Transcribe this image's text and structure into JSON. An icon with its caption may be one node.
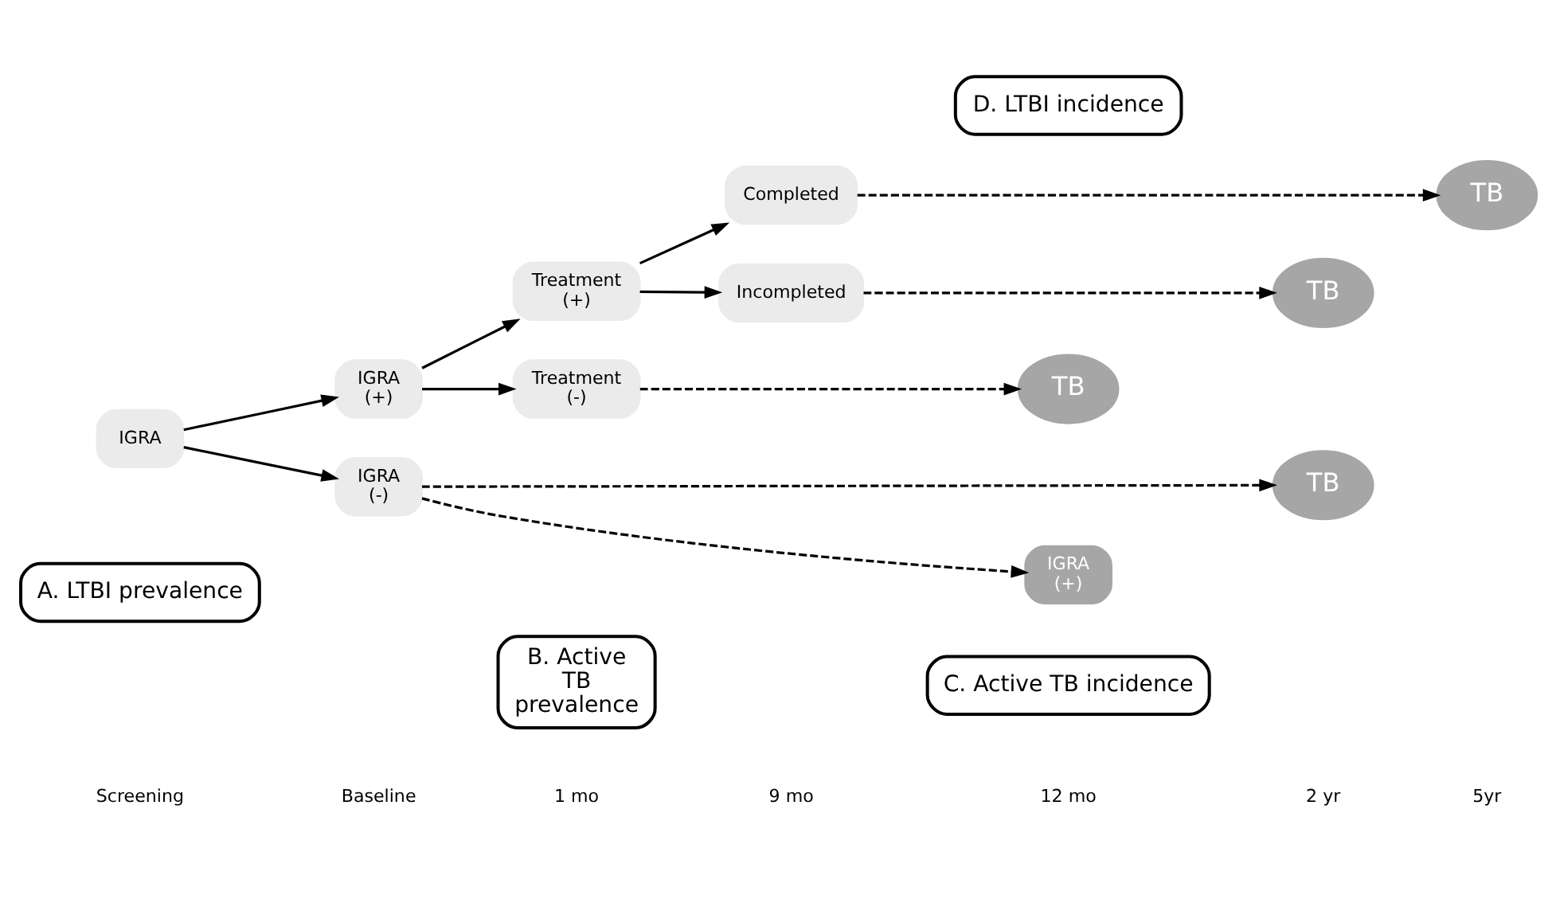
{
  "diagram": {
    "nodes": [
      {
        "text": [
          "A. LTBI prevalence"
        ]
      },
      {
        "text": [
          "B. Active TB prevalence"
        ]
      },
      {
        "text": [
          "C. Active TB incidence"
        ]
      },
      {
        "text": [
          "IGRA"
        ]
      },
      {
        "text": [
          "IGRA (+)"
        ]
      },
      {
        "text": [
          "IGRA (-)"
        ]
      },
      {
        "text": [
          "Treatment (+)"
        ]
      },
      {
        "text": [
          "Treatment (-)"
        ]
      },
      {
        "text": [
          "Completed"
        ]
      },
      {
        "text": [
          "Incompleted"
        ]
      },
      {
        "text": [
          "TB"
        ]
      },
      {
        "text": [
          "TB"
        ]
      },
      {
        "text": [
          "TB"
        ]
      },
      {
        "text": [
          "TB"
        ]
      },
      {
        "text": [
          "IGRA (+)"
        ]
      },
      {
        "text": [
          "D. LTBI incidence"
        ]
      }
    ],
    "edges": [
      {
        "from": 3,
        "to": 4,
        "arrow": "to"
      },
      {
        "from": 3,
        "to": 5,
        "arrow": "to"
      },
      {
        "from": 4,
        "to": 6,
        "arrow": "to"
      },
      {
        "from": 4,
        "to": 7,
        "arrow": "to"
      },
      {
        "from": 6,
        "to": 8,
        "arrow": "to"
      },
      {
        "from": 6,
        "to": 9,
        "arrow": "to"
      },
      {
        "from": 8,
        "to": 10,
        "arrow": "to",
        "style": "dashed"
      },
      {
        "from": 9,
        "to": 11,
        "arrow": "to",
        "style": "dashed"
      },
      {
        "from": 7,
        "to": 12,
        "arrow": "to",
        "style": "dashed"
      },
      {
        "from": 5,
        "to": 13,
        "arrow": "to",
        "style": "dashed"
      },
      {
        "from": 5,
        "to": 14,
        "arrow": "to",
        "style": "dashed"
      }
    ],
    "labels": [
      "Screening",
      "Baseline",
      "1 mo",
      "9 mo",
      "12 mo",
      "2 yr",
      "5yr"
    ]
  }
}
